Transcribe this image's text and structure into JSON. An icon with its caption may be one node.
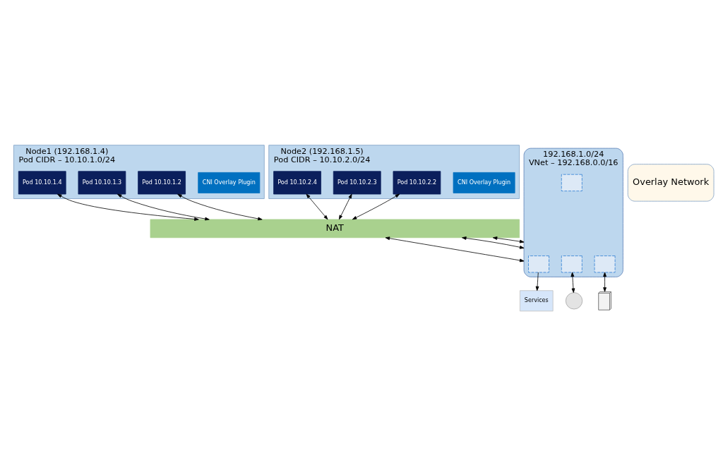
{
  "diagram": {
    "nodes": [
      {
        "text": [
          "Node1 (192.168.1.4)",
          "Pod CIDR – 10.10.1.0/24"
        ]
      },
      {
        "text": [
          "CNI Overlay Plugin"
        ],
        "in": 0
      },
      {
        "text": [
          "Pod 10.10.1.2"
        ],
        "in": 0
      },
      {
        "text": [
          "Pod 10.10.1.3"
        ],
        "in": 0
      },
      {
        "text": [
          "Pod 10.10.1.4"
        ],
        "in": 0
      },
      {
        "text": [
          "Node2 (192.168.1.5)",
          "Pod CIDR – 10.10.2.0/24"
        ]
      },
      {
        "text": [
          "CNI Overlay Plugin"
        ],
        "in": 5
      },
      {
        "text": [
          "Pod 10.10.2.2"
        ],
        "in": 5
      },
      {
        "text": [
          "Pod 10.10.2.3"
        ],
        "in": 5
      },
      {
        "text": [
          "Pod 10.10.2.4"
        ],
        "in": 5
      },
      {
        "text": [
          "Overlay Network"
        ]
      },
      {
        "text": [
          "NAT"
        ]
      },
      {
        "text": [
          "192.168.1.0/24",
          "VNet – 192.168.0.0/16"
        ]
      },
      {
        "text": [],
        "shape": "box",
        "in": 12
      },
      {
        "text": [],
        "shape": "box",
        "in": 12
      },
      {
        "text": [],
        "shape": "box",
        "in": 12
      },
      {
        "text": [],
        "shape": "box",
        "in": 12
      },
      {
        "text": [
          "Services"
        ]
      },
      {
        "text": [],
        "shape": "circle"
      },
      {
        "text": [],
        "shape": "building"
      }
    ],
    "edges": [
      {
        "from": 2,
        "to": 11,
        "arrow": "both"
      },
      {
        "from": 3,
        "to": 11,
        "arrow": "both"
      },
      {
        "from": 4,
        "to": 11,
        "arrow": "both"
      },
      {
        "from": 7,
        "to": 11,
        "arrow": "both"
      },
      {
        "from": 8,
        "to": 11,
        "arrow": "both"
      },
      {
        "from": 9,
        "to": 11,
        "arrow": "both"
      },
      {
        "from": 11,
        "to": 12,
        "arrow": "both"
      },
      {
        "from": 11,
        "to": 12,
        "arrow": "both"
      },
      {
        "from": 11,
        "to": 12,
        "arrow": "both"
      },
      {
        "from": 14,
        "to": 17,
        "arrow": "to"
      },
      {
        "from": 15,
        "to": 18,
        "arrow": "both"
      },
      {
        "from": 16,
        "to": 19,
        "arrow": "both"
      }
    ]
  }
}
